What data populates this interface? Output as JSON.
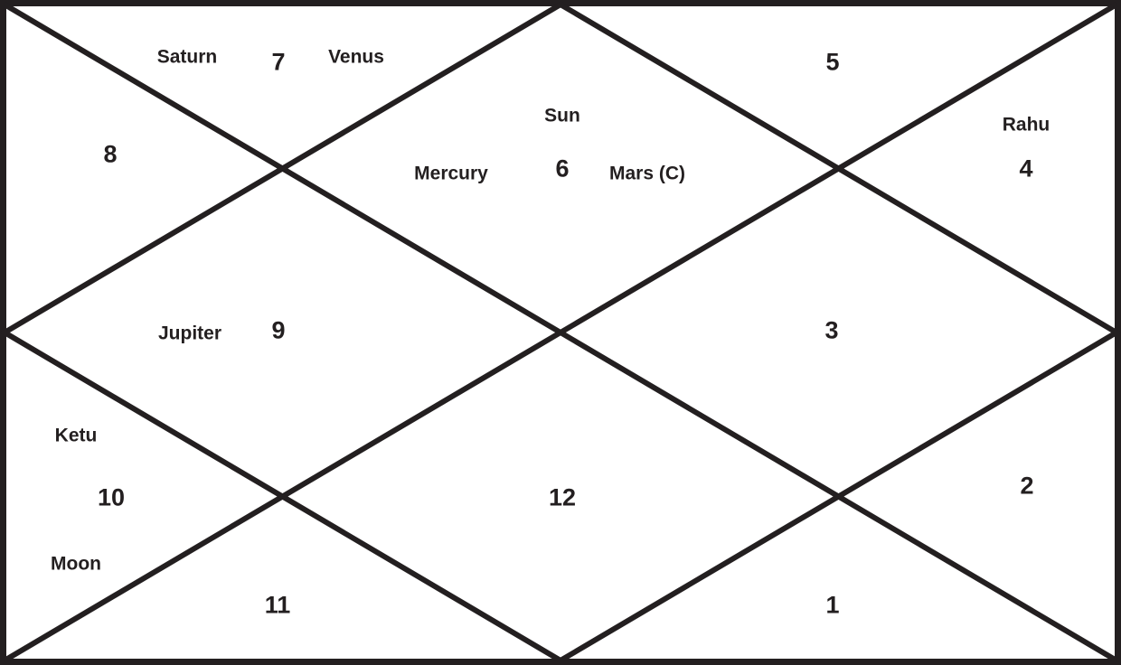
{
  "colors": {
    "line": "#231f20",
    "background": "#ffffff",
    "text": "#231f20"
  },
  "houses": [
    "1",
    "2",
    "3",
    "4",
    "5",
    "6",
    "7",
    "8",
    "9",
    "10",
    "11",
    "12"
  ],
  "planets": {
    "saturn": "Saturn",
    "venus": "Venus",
    "sun": "Sun",
    "mercury": "Mercury",
    "mars": "Mars (C)",
    "rahu": "Rahu",
    "jupiter": "Jupiter",
    "ketu": "Ketu",
    "moon": "Moon"
  }
}
